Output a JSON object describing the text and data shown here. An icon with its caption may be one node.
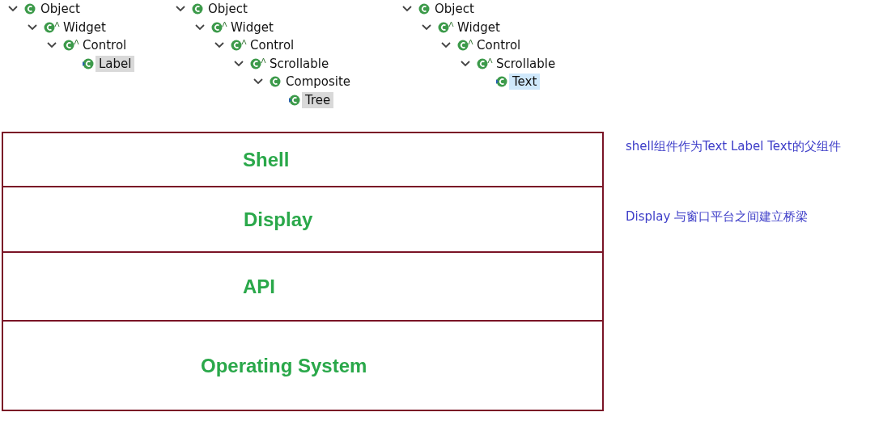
{
  "diagram": {
    "nodes": [
      {
        "text": [
          "Shell"
        ]
      },
      {
        "text": [
          "Display"
        ]
      },
      {
        "text": [
          "API"
        ]
      },
      {
        "text": [
          "Operating System"
        ]
      }
    ],
    "labels": [
      "Object",
      "Widget",
      "Control",
      "Label",
      "Object",
      "Widget",
      "Control",
      "Scrollable",
      "Composite",
      "Tree",
      "Object",
      "Widget",
      "Control",
      "Scrollable",
      "Text",
      "shell组件作为Text Label Text的父组件",
      "Display 与窗口平台之间建立桥梁"
    ]
  }
}
